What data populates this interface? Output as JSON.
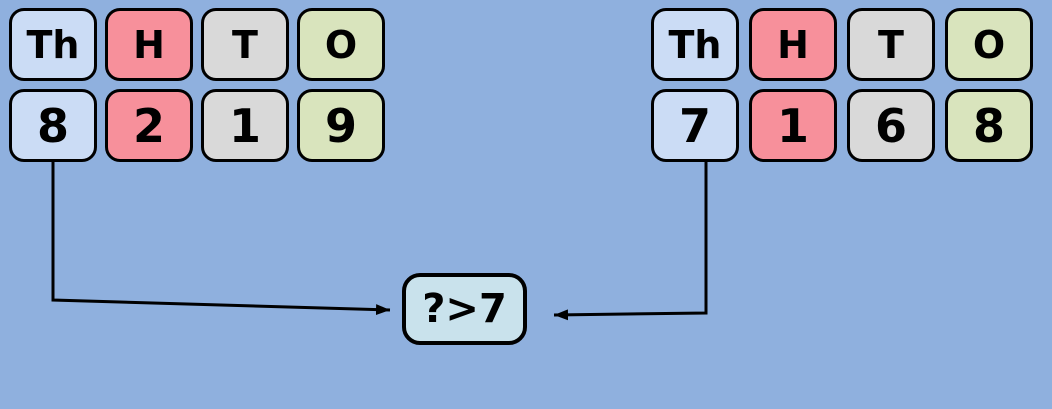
{
  "colors": {
    "background": "#8fb0de",
    "thousands_tile": "#cbdcf5",
    "hundreds_tile": "#f7909b",
    "tens_tile": "#d9d9d9",
    "ones_tile": "#d9e4bd",
    "comparison_box": "#c9e2ec",
    "outline_and_text": "#000000"
  },
  "left_place_value_chart": {
    "headers": [
      "Th",
      "H",
      "T",
      "O"
    ],
    "digits": [
      "8",
      "2",
      "1",
      "9"
    ]
  },
  "right_place_value_chart": {
    "headers": [
      "Th",
      "H",
      "T",
      "O"
    ],
    "digits": [
      "7",
      "1",
      "6",
      "8"
    ]
  },
  "comparison": {
    "label": "?>7"
  }
}
